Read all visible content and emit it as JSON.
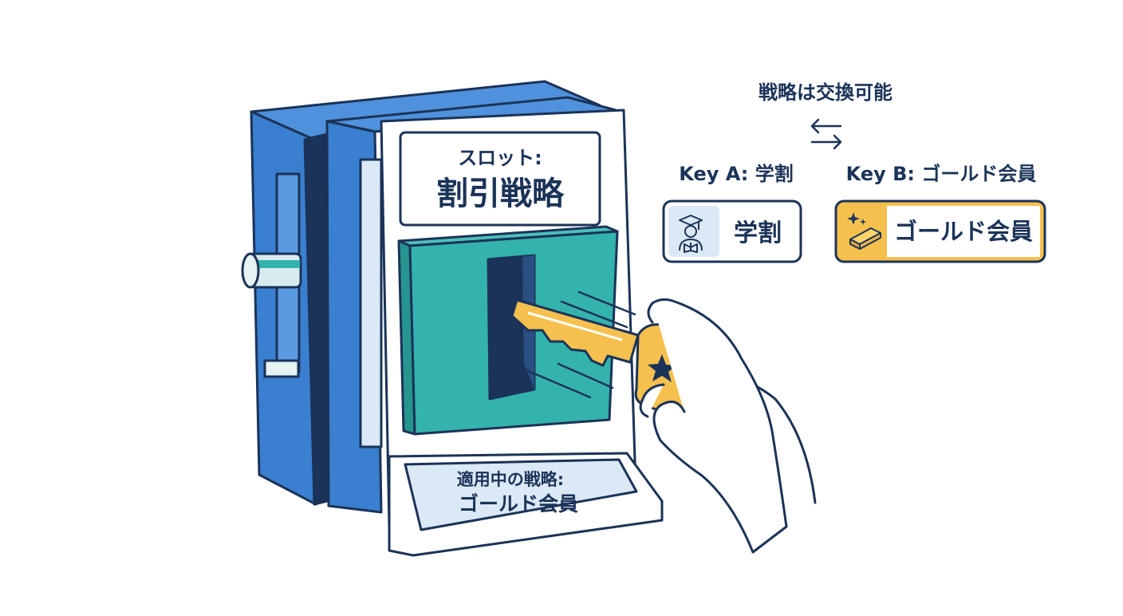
{
  "machine": {
    "slot_label": "スロット:",
    "slot_title": "割引戦略",
    "active_label": "適用中の戦略:",
    "active_value": "ゴールド会員"
  },
  "legend": {
    "heading": "戦略は交換可能",
    "swap_symbol": "⇆",
    "key_a": {
      "title": "Key A: 学割",
      "card_label": "学割",
      "icon": "student-reading-icon"
    },
    "key_b": {
      "title": "Key B: ゴールド会員",
      "card_label": "ゴールド会員",
      "icon": "gold-bar-icon"
    }
  },
  "colors": {
    "navy": "#1b3358",
    "blue": "#3a7fd0",
    "teal": "#34b3ad",
    "gold": "#f5c04d",
    "light_blue": "#dbe9f6"
  }
}
